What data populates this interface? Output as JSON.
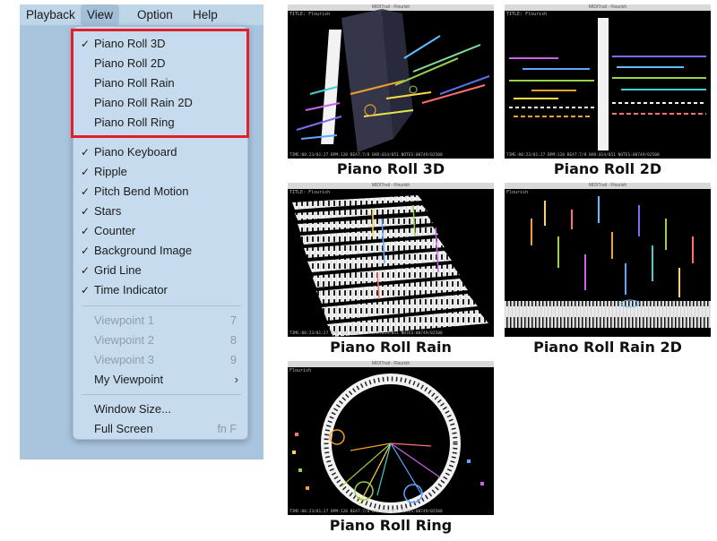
{
  "menubar": {
    "items": [
      {
        "label": "Playback"
      },
      {
        "label": "View"
      },
      {
        "label": "Option"
      },
      {
        "label": "Help"
      }
    ]
  },
  "view_menu": {
    "roll_items": [
      {
        "label": "Piano Roll 3D",
        "checked": true
      },
      {
        "label": "Piano Roll 2D",
        "checked": false
      },
      {
        "label": "Piano Roll Rain",
        "checked": false
      },
      {
        "label": "Piano Roll Rain 2D",
        "checked": false
      },
      {
        "label": "Piano Roll Ring",
        "checked": false
      }
    ],
    "display_items": [
      {
        "label": "Piano Keyboard",
        "checked": true
      },
      {
        "label": "Ripple",
        "checked": true
      },
      {
        "label": "Pitch Bend Motion",
        "checked": true
      },
      {
        "label": "Stars",
        "checked": true
      },
      {
        "label": "Counter",
        "checked": true
      },
      {
        "label": "Background Image",
        "checked": true
      },
      {
        "label": "Grid Line",
        "checked": true
      },
      {
        "label": "Time Indicator",
        "checked": true
      }
    ],
    "viewpoint_items": [
      {
        "label": "Viewpoint 1",
        "shortcut": "7",
        "disabled": true
      },
      {
        "label": "Viewpoint 2",
        "shortcut": "8",
        "disabled": true
      },
      {
        "label": "Viewpoint 3",
        "shortcut": "9",
        "disabled": true
      },
      {
        "label": "My Viewpoint",
        "submenu": true,
        "disabled": false
      }
    ],
    "window_items": [
      {
        "label": "Window Size...",
        "shortcut": ""
      },
      {
        "label": "Full Screen",
        "shortcut": "fn F"
      }
    ],
    "checkmark": "✓",
    "submenu_arrow": "›"
  },
  "thumbnails": {
    "piano_roll_3d": {
      "caption": "Piano Roll 3D",
      "title": "TITLE: Flourish",
      "status": "TIME:00:23/01:27 BPM:120 BEAT:7/8 BAR:014/051 NOTES:00749/02500"
    },
    "piano_roll_2d": {
      "caption": "Piano Roll 2D",
      "title": "TITLE: Flourish",
      "status": "TIME:00:23/01:27 BPM:120 BEAT:7/8 BAR:014/051 NOTES:00749/02500"
    },
    "piano_roll_rain": {
      "caption": "Piano Roll Rain",
      "title": "TITLE: Flourish",
      "status": "TIME:00:23/01:27 BPM:120 BEAT:7/8 BAR:014/051 NOTES:00749/02500"
    },
    "piano_roll_rain_2d": {
      "caption": "Piano Roll Rain 2D",
      "title": "Flourish",
      "status": ""
    },
    "piano_roll_ring": {
      "caption": "Piano Roll Ring",
      "title": "Flourish",
      "status": "TIME:00:23/01:27 BPM:120 BEAT:7/8 BAR:014/051 NOTES:00749/02500"
    },
    "window_title": "MIDITrail - Flourish"
  },
  "colors": {
    "highlight": "#e0202a",
    "menu_bg": "#c6dbee",
    "menubar_bg": "#bfd5e8",
    "desktop_bg": "#a9c4dd"
  }
}
